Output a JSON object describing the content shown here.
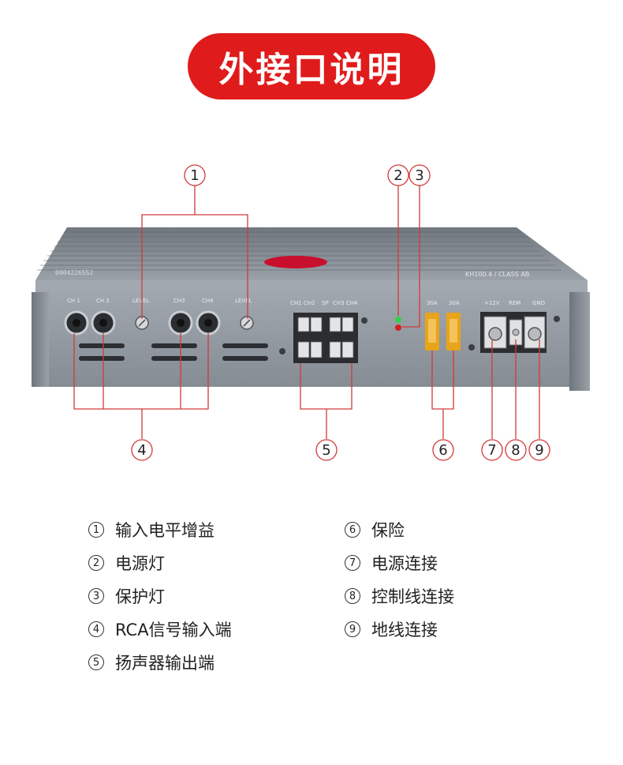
{
  "title": "外接口说明",
  "device": {
    "top_text_left": "0004226SS2",
    "top_text_right": "KH100.4 / CLASS AB",
    "panel_labels": [
      "CH 1",
      "CH 2",
      "LEVEL",
      "CH3",
      "CH4",
      "LEVEL",
      "CH1 CH2",
      "SP",
      "CH3 CH4",
      "30A",
      "30A",
      "+12V",
      "REM",
      "GND"
    ]
  },
  "callouts": [
    "1",
    "2",
    "3",
    "4",
    "5",
    "6",
    "7",
    "8",
    "9"
  ],
  "legend_left": [
    {
      "num": "1",
      "text": "输入电平增益"
    },
    {
      "num": "2",
      "text": "电源灯"
    },
    {
      "num": "3",
      "text": "保护灯"
    },
    {
      "num": "4",
      "text": "RCA信号输入端"
    },
    {
      "num": "5",
      "text": "扬声器输出端"
    }
  ],
  "legend_right": [
    {
      "num": "6",
      "text": "保险"
    },
    {
      "num": "7",
      "text": "电源连接"
    },
    {
      "num": "8",
      "text": "控制线连接"
    },
    {
      "num": "9",
      "text": "地线连接"
    }
  ],
  "colors": {
    "accent": "#e01b1b",
    "callout_line": "#d23a3a",
    "panel": "#8e959d",
    "led_green": "#2fd04a",
    "led_red": "#d42020",
    "fuse": "#e8a41a"
  }
}
